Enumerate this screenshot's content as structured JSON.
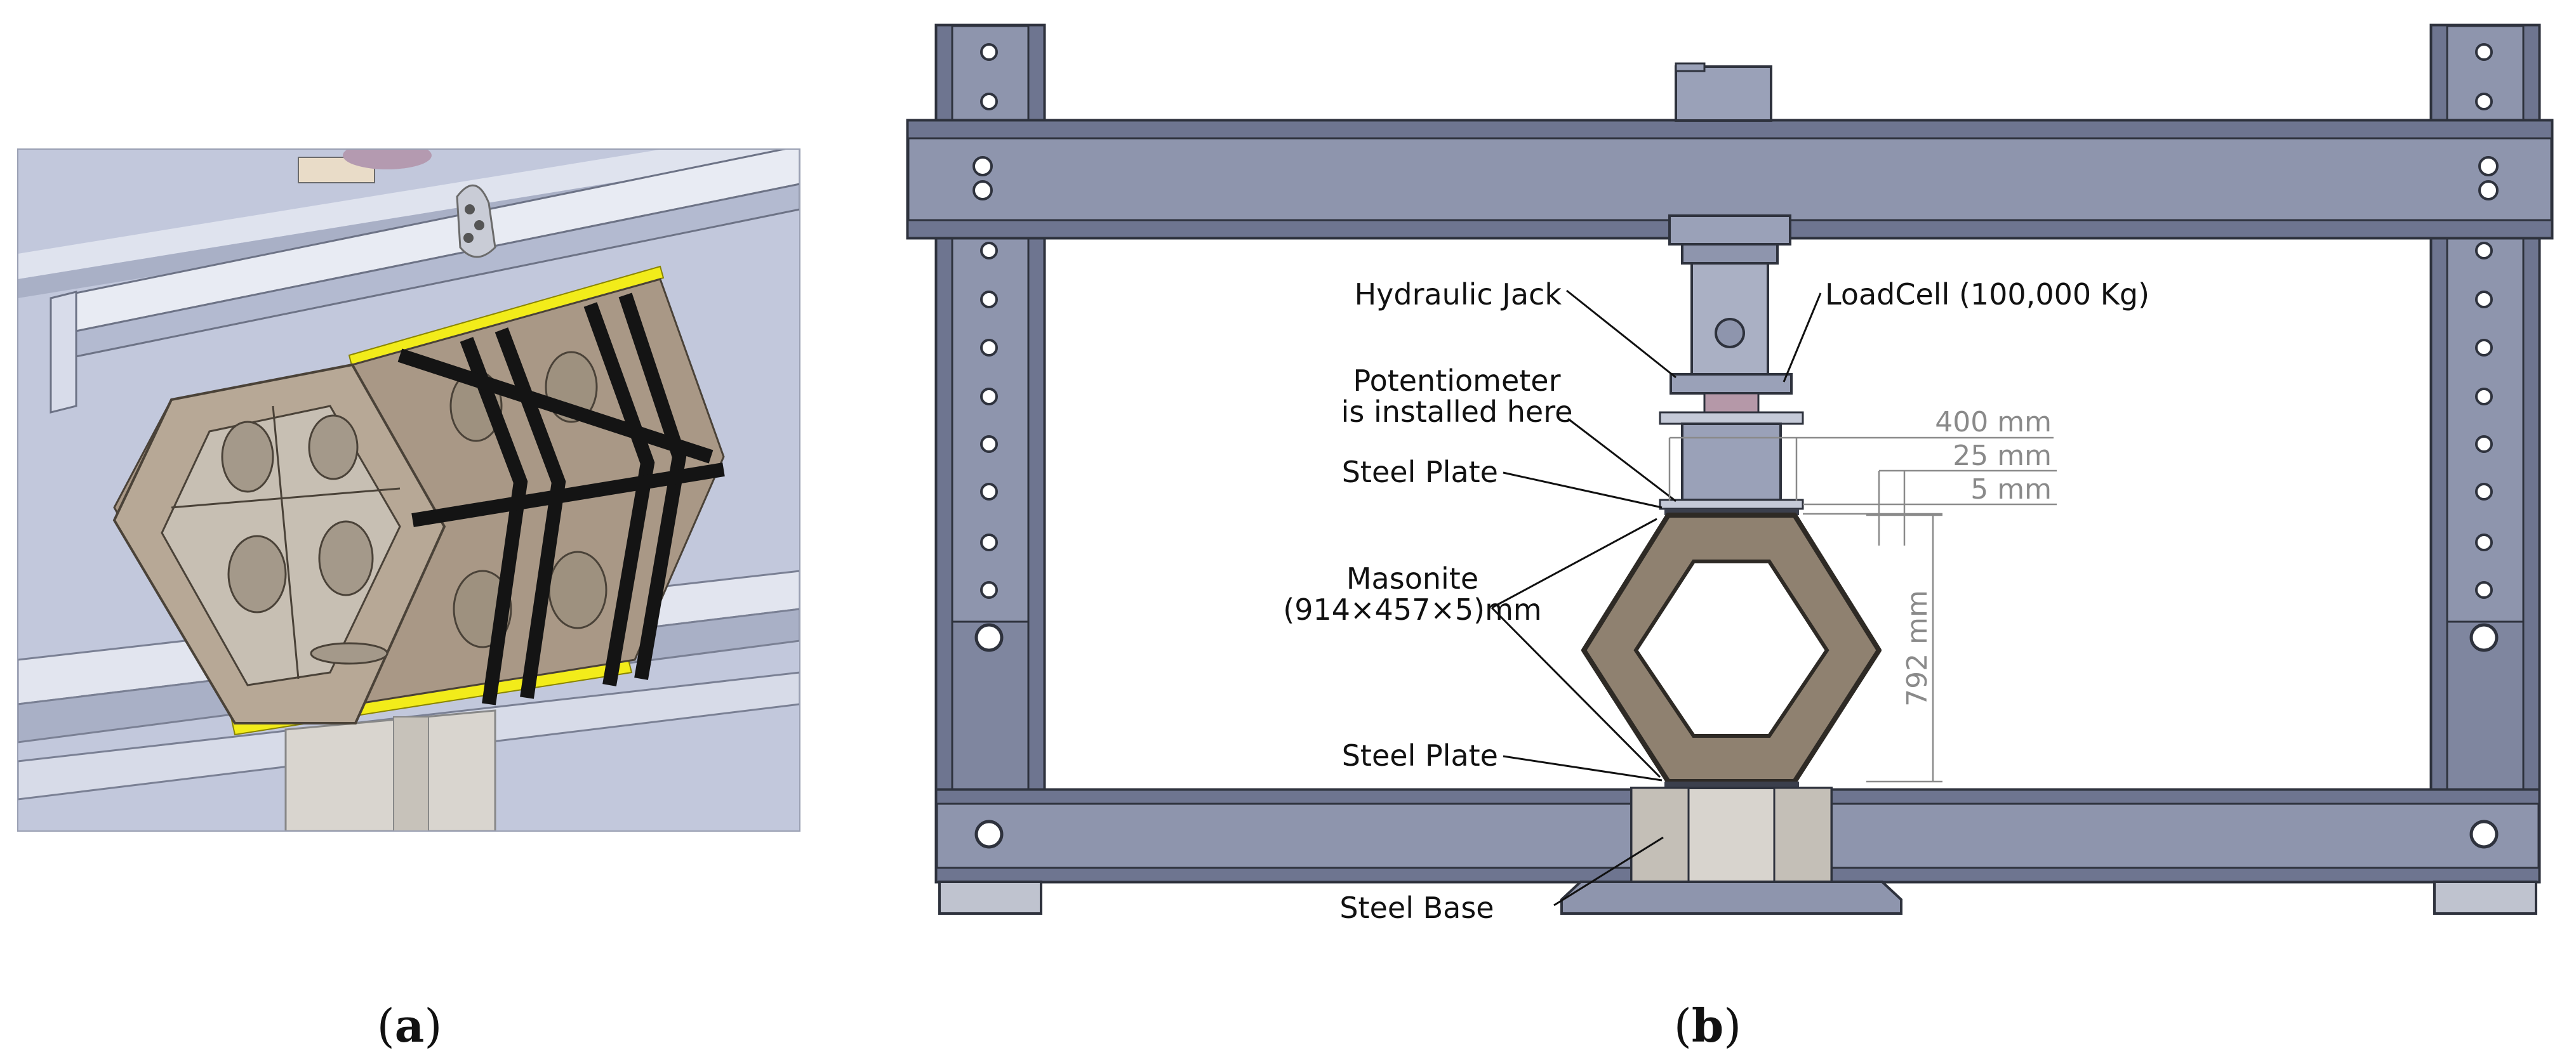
{
  "panels": {
    "a": {
      "caption_open": "(",
      "caption_letter": "a",
      "caption_close": ")"
    },
    "b": {
      "caption_open": "(",
      "caption_letter": "b",
      "caption_close": ")"
    }
  },
  "labels": {
    "hydraulic_jack": "Hydraulic Jack",
    "load_cell": "LoadCell (100,000 Kg)",
    "potentiometer_line1": "Potentiometer",
    "potentiometer_line2": "is installed here",
    "steel_plate_top": "Steel Plate",
    "masonite_line1": "Masonite",
    "masonite_line2": "(914×457×5)mm",
    "steel_plate_bottom": "Steel Plate",
    "steel_base": "Steel Base"
  },
  "dimensions": {
    "d400": "400 mm",
    "d25": "25 mm",
    "d5": "5 mm",
    "d792": "792 mm"
  },
  "colors": {
    "frame_steel": "#8e95ad",
    "frame_dark": "#3b3f4c",
    "masonite": "#8f8170",
    "model_bg": "#bcc3d8",
    "yellow_plate": "#f2ec1a",
    "strap": "#141414"
  }
}
